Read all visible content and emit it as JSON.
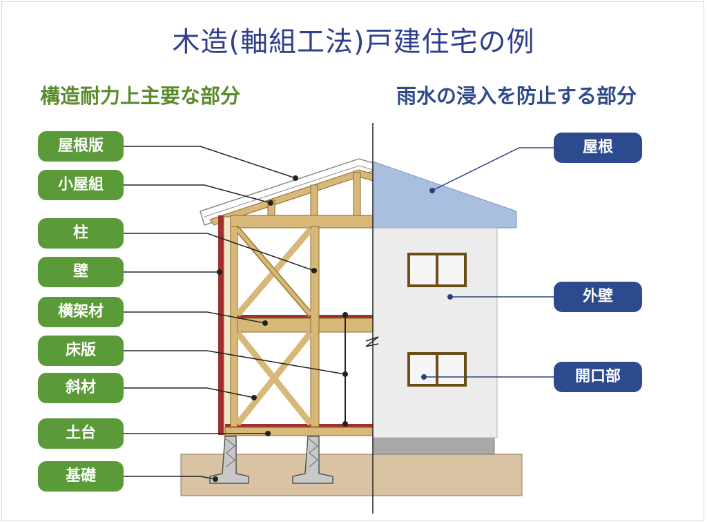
{
  "title": "木造(軸組工法)戸建住宅の例",
  "left_heading": "構造耐力上主要な部分",
  "right_heading": "雨水の浸入を防止する部分",
  "left_labels": [
    "屋根版",
    "小屋組",
    "柱",
    "壁",
    "横架材",
    "床版",
    "斜材",
    "土台",
    "基礎"
  ],
  "right_labels": [
    "屋根",
    "外壁",
    "開口部"
  ],
  "colors": {
    "title": "#2f3e8c",
    "left_heading": "#5b8a2c",
    "right_heading": "#2f4a8a",
    "left_label_bg": "#5b9a38",
    "right_label_bg": "#2c4a8e",
    "timber": "#d8b878",
    "roof_blue": "#a9bfe0",
    "wall_gray": "#ececec",
    "ground": "#d9c3a2"
  }
}
